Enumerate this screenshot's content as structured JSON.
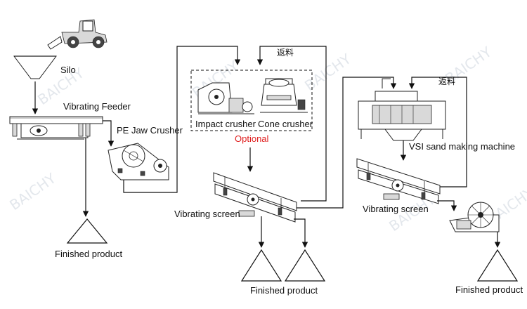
{
  "labels": {
    "silo": "Silo",
    "vibrating_feeder": "Vibrating Feeder",
    "pe_jaw_crusher": "PE Jaw Crusher",
    "impact_crusher": "Impact crusher",
    "cone_crusher": "Cone crusher",
    "optional": "Optional",
    "return_1": "返料",
    "return_2": "返料",
    "vibrating_screen_1": "Vibrating screen",
    "vibrating_screen_2": "Vibrating screen",
    "vsi_sand_making_machine": "VSI sand making machine",
    "finished_product_1": "Finished product",
    "finished_product_2": "Finished product",
    "finished_product_3": "Finished product"
  },
  "colors": {
    "line": "#111111",
    "optional_text": "#e02020",
    "watermark": "#c8d0da"
  },
  "icons": {
    "loader": "wheel-loader-icon",
    "silo": "silo-hopper-icon",
    "feeder": "vibrating-feeder-icon",
    "jaw": "jaw-crusher-icon",
    "impact": "impact-crusher-icon",
    "cone": "cone-crusher-icon",
    "screen": "vibrating-screen-icon",
    "vsi": "vsi-sand-maker-icon",
    "washer": "sand-washer-icon",
    "pile": "stockpile-icon"
  }
}
